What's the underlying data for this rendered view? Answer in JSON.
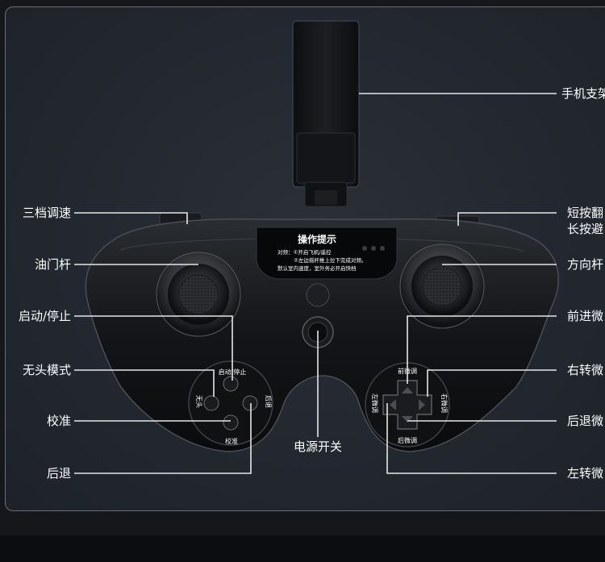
{
  "labels": {
    "phone_holder": "手机支架",
    "speed": "三档调速",
    "throttle": "油门杆",
    "start_stop": "启动/停止",
    "headless": "无头模式",
    "calibrate": "校准",
    "backward_left": "后退",
    "power": "电源开关",
    "flip_1": "短按翻",
    "flip_2": "长按避",
    "direction": "方向杆",
    "forward_trim": "前进微",
    "right_trim": "右转微",
    "back_trim": "后退微",
    "left_trim": "左转微"
  },
  "panel_text": {
    "title": "操作提示",
    "line1": "对频：①开启飞机/遥控",
    "line2": "②左边摇杆推上拉下完成对频。",
    "line3": "默认室内速度，室外务必开启快档"
  },
  "left_pad": {
    "top": "启动/停止",
    "left": "无头",
    "right": "后退",
    "bottom": "校准"
  },
  "right_pad": {
    "top": "前微调",
    "left": "左微调",
    "right": "右微调",
    "bottom": "后微调"
  },
  "colors": {
    "background": "#23282f",
    "line": "#e6e6e6",
    "text": "#ffffff"
  }
}
